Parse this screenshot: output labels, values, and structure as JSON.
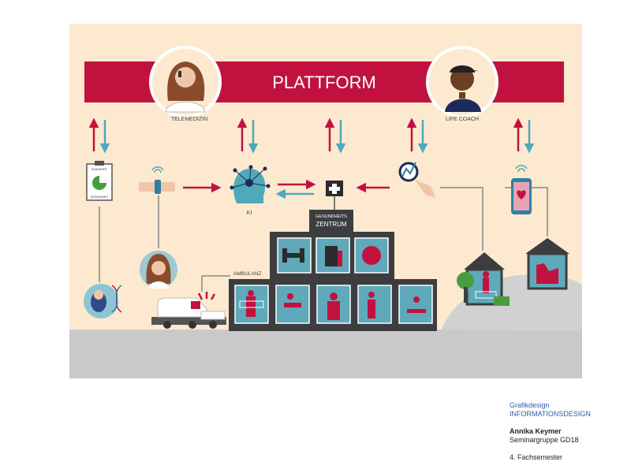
{
  "diagram": {
    "title": "PLATTFORM",
    "labels": {
      "telemedizin": "TELEMEDIZIN",
      "life_coach": "LIFE COACH",
      "ki": "KI",
      "gesundheitszentrum_line1": "GESUNDHEITS",
      "gesundheitszentrum_line2": "ZENTRUM",
      "ambulanz": "AMBULANZ",
      "clipboard_top": "KRANKHEIT",
      "clipboard_bottom": "GESUNDHEIT"
    },
    "colors": {
      "background": "#fce9cf",
      "brand_red": "#c1123f",
      "teal": "#4fa9b8",
      "ground": "#c9c9c9",
      "building": "#3d3d3f",
      "window": "#5fa9bb"
    },
    "icons": [
      "doctor-avatar-icon",
      "coach-avatar-icon",
      "clipboard-icon",
      "smartwatch-icon",
      "ai-head-icon",
      "medical-cross-icon",
      "analytics-magnifier-icon",
      "smartphone-heart-icon",
      "baby-dna-icon",
      "patient-avatar-icon",
      "ambulance-icon",
      "house-icon"
    ]
  },
  "caption": {
    "program": "Grafikdesign",
    "course": "INFORMATIONSDESIGN",
    "author": "Annika Keymer",
    "group": "Seminargruppe GD18",
    "semester": "4. Fachsemester"
  }
}
